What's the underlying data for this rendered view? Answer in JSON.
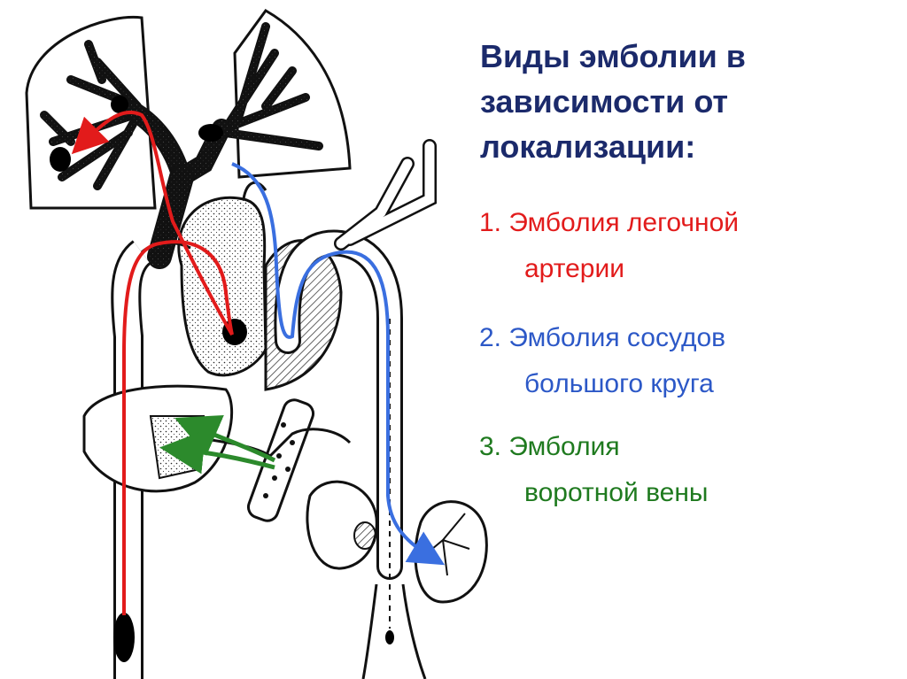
{
  "slide": {
    "title_lines": [
      "Виды эмболии в",
      "зависимости от",
      "локализации:"
    ],
    "items": [
      {
        "line1": "1. Эмболия легочной",
        "line2": "артерии",
        "color": "#e21b1b"
      },
      {
        "line1": "2. Эмболия сосудов",
        "line2": "большого круга",
        "color": "#2c58c7"
      },
      {
        "line1": "3. Эмболия",
        "line2": "воротной вены",
        "color": "#1f7a1f"
      }
    ]
  },
  "colors": {
    "pulmonary_arrow": "#e21b1b",
    "systemic_arrow": "#3a6fe0",
    "portal_arrow": "#2c8a2c",
    "title_text": "#1b2a6b",
    "outline": "#111111",
    "embolus": "#000000"
  }
}
